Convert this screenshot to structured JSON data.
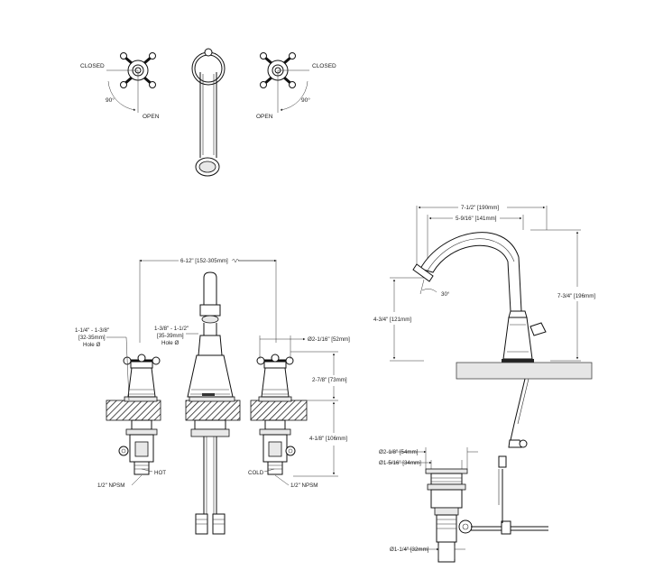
{
  "top_view": {
    "left_handle": {
      "closed": "CLOSED",
      "open": "OPEN",
      "angle": "90°"
    },
    "right_handle": {
      "closed": "CLOSED",
      "open": "OPEN",
      "angle": "90°"
    }
  },
  "front_view": {
    "spread": "6-12\" [152-305mm]",
    "hole_left": {
      "line1": "1-1/4\" - 1-3/8\"",
      "line2": "[32-35mm]",
      "line3": "Hole Ø"
    },
    "hole_center": {
      "line1": "1-3/8\" - 1-1/2\"",
      "line2": "[35-39mm]",
      "line3": "Hole Ø"
    },
    "handle_dia": "Ø2-1/16\" [52mm]",
    "handle_height": "2-7/8\" [73mm]",
    "below_deck": "4-1/8\" [106mm]",
    "hot": "HOT",
    "cold": "COLD",
    "npsm_left": "1/2\" NPSM",
    "npsm_right": "1/2\" NPSM"
  },
  "side_view": {
    "reach": "7-1/2\" [190mm]",
    "spout_reach": "5-9/16\" [141mm]",
    "height": "7-3/4\" [196mm]",
    "spout_height": "4-3/4\" [121mm]",
    "angle": "30°"
  },
  "drain_view": {
    "top_dia": "Ø2-1/8\" [54mm]",
    "mid_dia": "Ø1-5/16\" [34mm]",
    "bottom_dia": "Ø1-1/4\" [32mm]"
  }
}
